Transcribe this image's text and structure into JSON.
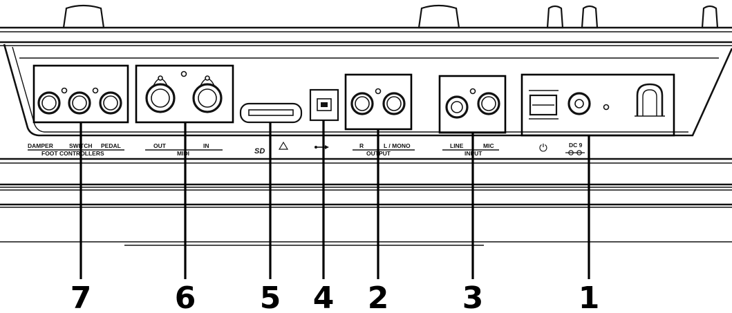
{
  "panel": {
    "foot_controllers": {
      "damper": "DAMPER",
      "switch": "SWITCH",
      "pedal": "PEDAL",
      "group": "FOOT CONTROLLERS"
    },
    "midi": {
      "out": "OUT",
      "in": "IN",
      "group": "MIDI"
    },
    "sd_label": "SD",
    "output": {
      "r": "R",
      "l_mono": "L / MONO",
      "group": "OUTPUT"
    },
    "input": {
      "line": "LINE",
      "mic": "MIC",
      "group": "INPUT"
    },
    "power": {
      "symbol": "⏻",
      "dc_label": "DC 9",
      "dc_polarity_icon": "dc-polarity-icon"
    }
  },
  "callouts": [
    "7",
    "6",
    "5",
    "4",
    "2",
    "3",
    "1"
  ]
}
